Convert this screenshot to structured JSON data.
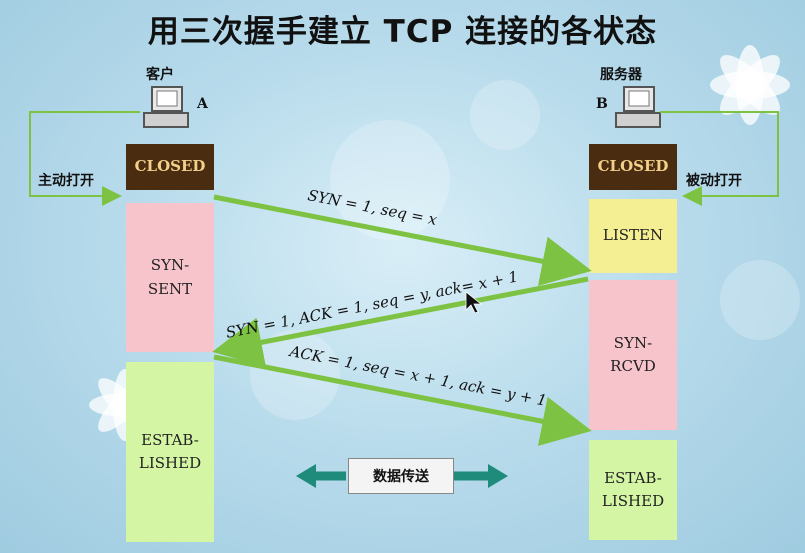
{
  "title": "用三次握手建立 TCP 连接的各状态",
  "client": {
    "name": "客户",
    "host": "A",
    "open_label": "主动打开"
  },
  "server": {
    "name": "服务器",
    "host": "B",
    "open_label": "被动打开"
  },
  "client_states": [
    "CLOSED",
    "SYN-\nSENT",
    "ESTAB-\nLISHED"
  ],
  "server_states": [
    "CLOSED",
    "LISTEN",
    "SYN-\nRCVD",
    "ESTAB-\nLISHED"
  ],
  "messages": {
    "m1": "SYN = 1, seq = x",
    "m2": "SYN = 1, ACK = 1, seq = y, ack= x + 1",
    "m3": "ACK = 1, seq = x + 1, ack = y + 1"
  },
  "data_transfer": "数据传送",
  "colors": {
    "arrow": "#7dc242",
    "closed": "#4a2c10",
    "transfer_arrow": "#1f8b7a"
  }
}
